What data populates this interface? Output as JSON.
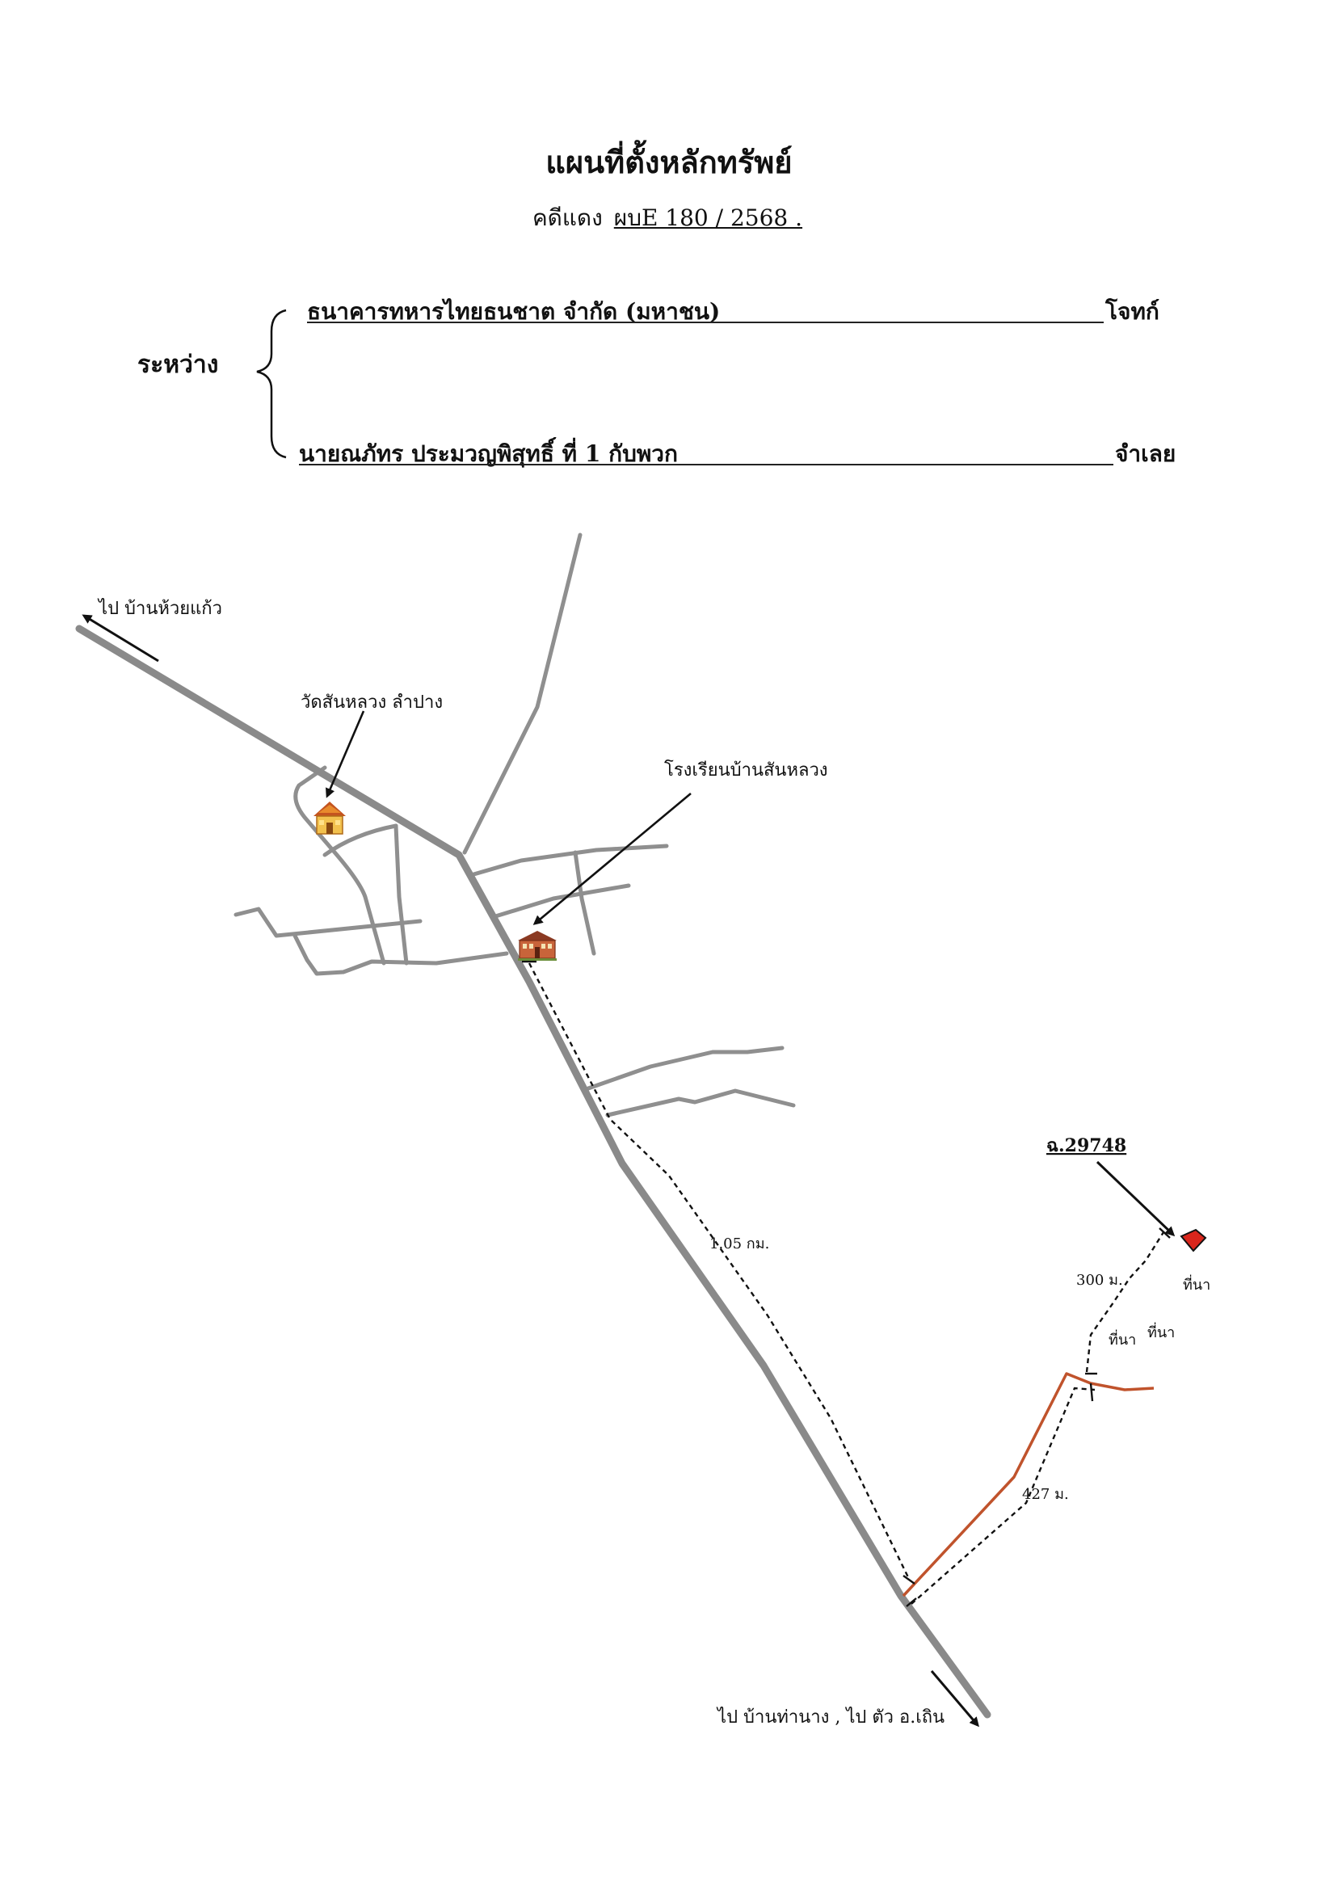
{
  "document": {
    "title": "แผนที่ตั้งหลักทรัพย์",
    "case_prefix": "คดีแดง",
    "case_number": "ผบE 180  / 2568 .",
    "between_label": "ระหว่าง",
    "plaintiff_name": "ธนาคารทหารไทยธนชาต จำกัด (มหาชน)",
    "plaintiff_role": "โจทก์",
    "defendant_name": "นายณภัทร  ประมวญพิสุทธิ์  ที่ 1 กับพวก",
    "defendant_role": "จำเลย"
  },
  "map": {
    "labels": {
      "to_huay_kaeo": "ไป บ้านห้วยแก้ว",
      "temple": "วัดสันหลวง ลำปาง",
      "school": "โรงเรียนบ้านสันหลวง",
      "deed": "ฉ.29748",
      "distance_road": "1.05 กม.",
      "distance_300": "300 ม.",
      "distance_427": "427 ม.",
      "rice_field_1": "ที่นา",
      "rice_field_2": "ที่นา",
      "rice_field_3": "ที่นา",
      "to_tha_nang": "ไป บ้านท่านาง , ไป ตัว อ.เถิน"
    },
    "colors": {
      "main_road": "#8a8a8a",
      "minor_road": "#8f8f8f",
      "access_path": "#c0532c",
      "plot": "#d9261c",
      "dashed": "#111111"
    },
    "icons": [
      "temple-icon",
      "school-icon",
      "plot-marker-icon"
    ]
  }
}
